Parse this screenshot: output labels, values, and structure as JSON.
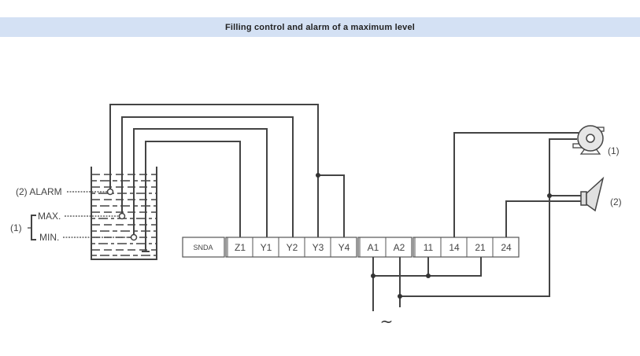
{
  "title": "Filling control and alarm of a maximum level",
  "tank": {
    "labels": {
      "alarm": "(2) ALARM",
      "max": "MAX.",
      "min": "MIN.",
      "group": "(1)"
    }
  },
  "terminal_strip": {
    "device": "SNDA",
    "terminals": [
      "Z1",
      "Y1",
      "Y2",
      "Y3",
      "Y4",
      "A1",
      "A2",
      "11",
      "14",
      "21",
      "24"
    ]
  },
  "loads": {
    "pump_label": "(1)",
    "horn_label": "(2)"
  },
  "supply_symbol": "~",
  "colors": {
    "banner_bg": "#d4e1f4",
    "wire": "#444444"
  }
}
